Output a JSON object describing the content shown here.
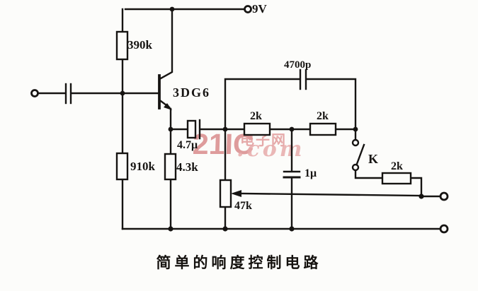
{
  "figure": {
    "caption": "简单的响度控制电路"
  },
  "schematic": {
    "supply_label": "9V",
    "transistor_label": "3DG6",
    "switch_label": "K",
    "resistors": {
      "r1": "390k",
      "r2": "910k",
      "r3": "4.3k",
      "r4": "2k",
      "r5": "2k",
      "r6": "2k",
      "pot": "47k"
    },
    "capacitors": {
      "coupling_out": "4.7μ",
      "treble": "4700p",
      "loudness": "1μ"
    }
  },
  "watermark": {
    "logo": "21IC",
    "domain": ".com",
    "site_name": "电子网",
    "logo_color": "#d98c8c",
    "site_color": "#e29b9b",
    "domain_color": "#e7abab"
  },
  "colors": {
    "ink": "#161412",
    "paper": "#fcfcfa"
  }
}
